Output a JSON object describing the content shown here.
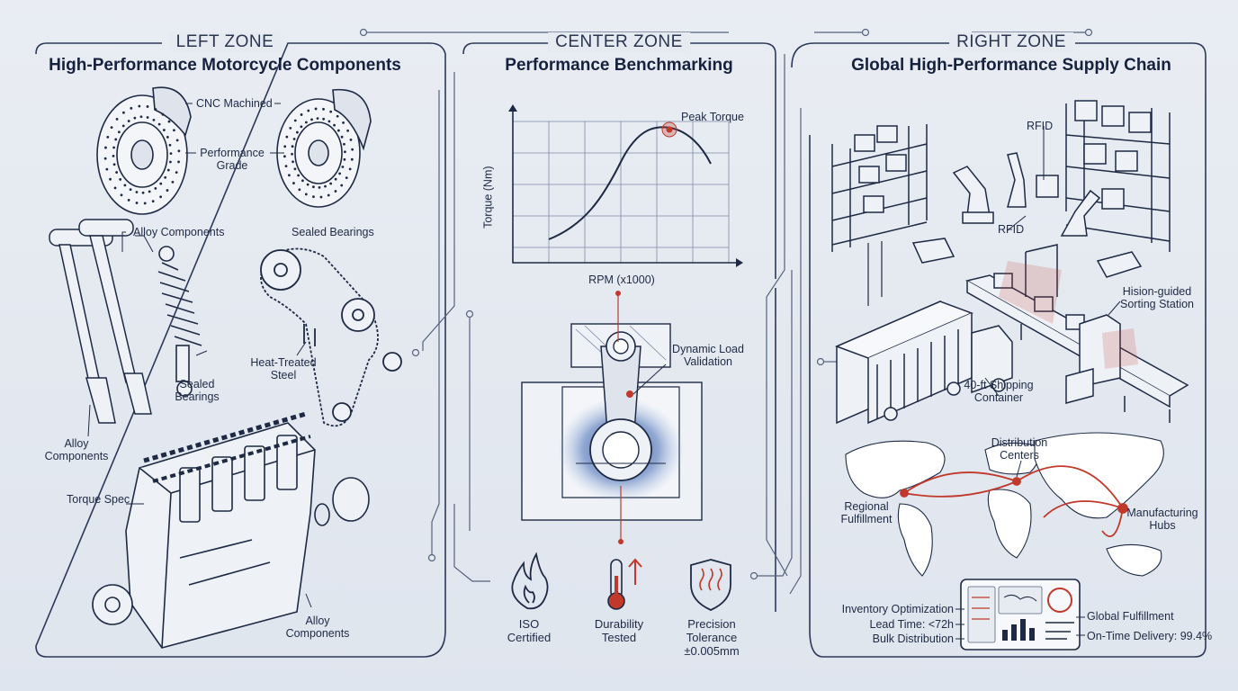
{
  "zones": {
    "left": {
      "label": "LEFT ZONE",
      "title": "High-Performance Motorcycle Components"
    },
    "center": {
      "label": "CENTER ZONE",
      "title": "Performance Benchmarking"
    },
    "right": {
      "label": "RIGHT ZONE",
      "title": "Global High-Performance Supply Chain"
    }
  },
  "left": {
    "cnc": "CNC Machined",
    "performance_grade": "Performance\nGrade",
    "alloy_components_1": "Alloy Components",
    "sealed_bearings_1": "Sealed Bearings",
    "sealed_bearings_2": "Sealed\nBearings",
    "heat_treated": "Heat-Treated\nSteel",
    "alloy_components_2": "Alloy\nComponents",
    "torque_spec": "Torque Spec",
    "alloy_components_3": "Alloy\nComponents"
  },
  "center": {
    "ylabel": "Torque (Nm)",
    "xlabel": "RPM (x1000)",
    "peak_label": "Peak Torque",
    "dynamic_load": "Dynamic Load\nValidation",
    "badges": [
      {
        "label": "ISO\nCertified",
        "icon": "flame-icon"
      },
      {
        "label": "Durability\nTested",
        "icon": "thermometer-icon"
      },
      {
        "label": "Precision\nTolerance\n±0.005mm",
        "icon": "shield-heat-icon"
      }
    ]
  },
  "right": {
    "rfid_1": "RFID",
    "rfid_2": "RFID",
    "sorting": "Hision-guided\nSorting Station",
    "container": "40-ft Shipping\nContainer",
    "distribution": "Distribution\nCenters",
    "regional": "Regional\nFulfillment",
    "manufacturing": "Manufacturing\nHubs",
    "dashboard": {
      "inventory": "Inventory Optimization",
      "lead_time": "Lead Time: <72h",
      "bulk": "Bulk Distribution",
      "global": "Global Fulfillment",
      "on_time": "On-Time Delivery: 99.4%"
    }
  },
  "colors": {
    "ink": "#1e2a44",
    "accent": "#c0392b",
    "blue": "#2f4f8a",
    "panel": "#e6eaf1"
  }
}
